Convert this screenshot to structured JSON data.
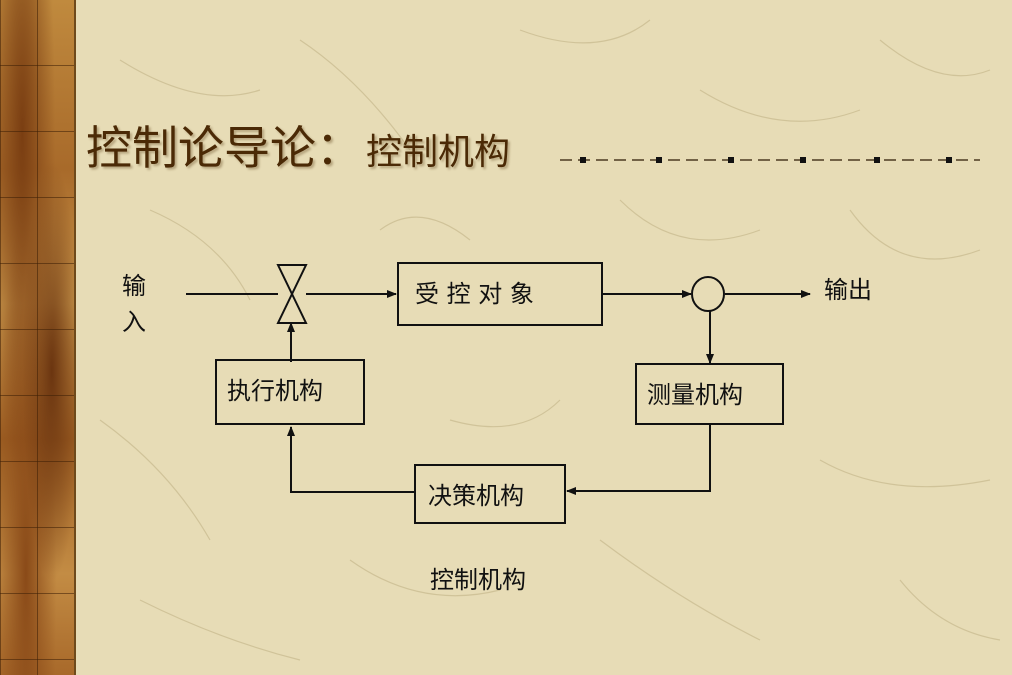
{
  "title": {
    "main": "控制论导论：",
    "sub": "控制机构"
  },
  "diagram": {
    "input_label_line1": "输",
    "input_label_line2": "入",
    "output_label": "输出",
    "plant_label": "受 控 对 象",
    "actuator_label": "执行机构",
    "measurement_label": "测量机构",
    "decision_label": "决策机构",
    "caption": "控制机构"
  },
  "colors": {
    "background": "#e7dcb6",
    "title": "#4b2a06",
    "lines": "#111111"
  }
}
